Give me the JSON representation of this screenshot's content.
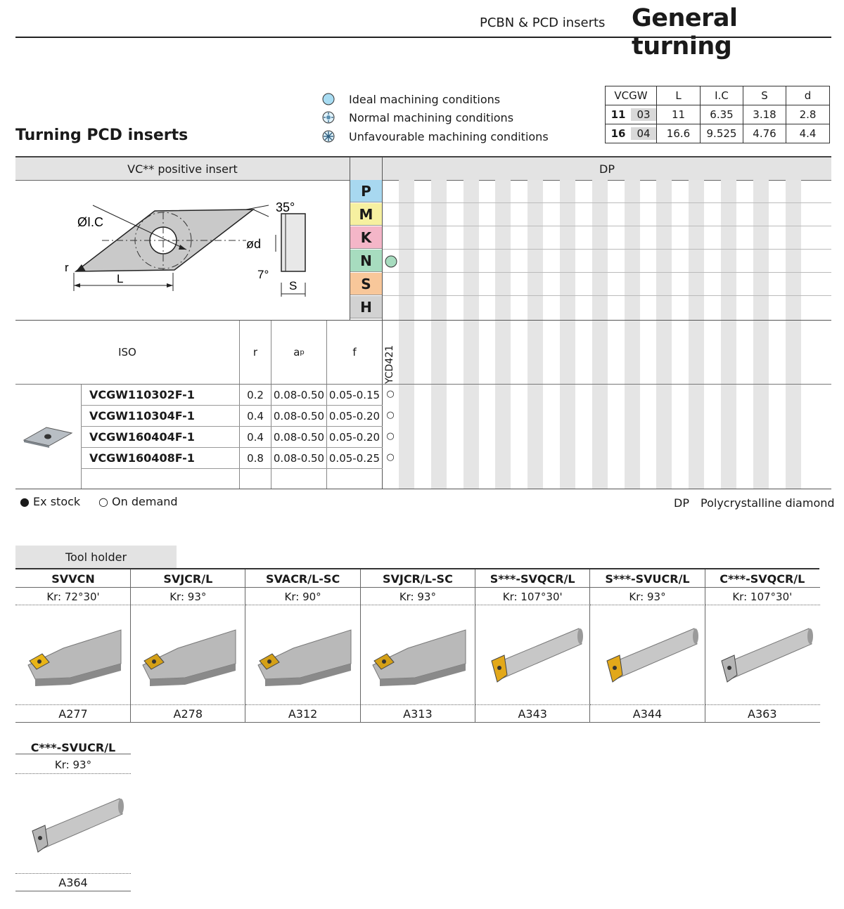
{
  "header": {
    "subtitle": "PCBN & PCD inserts",
    "title": "General turning"
  },
  "section_title": "Turning PCD inserts",
  "legend": [
    {
      "icon": "ideal-conditions-icon",
      "label": "Ideal machining conditions"
    },
    {
      "icon": "normal-conditions-icon",
      "label": "Normal machining conditions"
    },
    {
      "icon": "unfavourable-conditions-icon",
      "label": "Unfavourable machining conditions"
    }
  ],
  "dims": {
    "headers": [
      "VCGW",
      "L",
      "I.C",
      "S",
      "d"
    ],
    "rows": [
      {
        "size": "11",
        "code": "03",
        "L": "11",
        "IC": "6.35",
        "S": "3.18",
        "d": "2.8"
      },
      {
        "size": "16",
        "code": "04",
        "L": "16.6",
        "IC": "9.525",
        "S": "4.76",
        "d": "4.4"
      }
    ]
  },
  "insert_header": "VC** positive insert",
  "grade_group": "DP",
  "drawing": {
    "ic": "ØI.C",
    "angle": "35°",
    "d": "ød",
    "clearance": "7°",
    "r": "r",
    "L": "L",
    "S": "S"
  },
  "materials": [
    {
      "letter": "P",
      "color": "#a8d8f0"
    },
    {
      "letter": "M",
      "color": "#f6f0a0"
    },
    {
      "letter": "K",
      "color": "#f4b6c8"
    },
    {
      "letter": "N",
      "color": "#a7dcbf"
    },
    {
      "letter": "S",
      "color": "#f8c79a"
    },
    {
      "letter": "H",
      "color": "#d2d2d2"
    }
  ],
  "n_mark": "ideal",
  "cols": {
    "iso": "ISO",
    "r": "r",
    "ap": "a",
    "ap_sub": "p",
    "f": "f",
    "grade": "YCD421"
  },
  "rows": [
    {
      "code": "VCGW110302F-1",
      "r": "0.2",
      "ap": "0.08-0.50",
      "f": "0.05-0.15",
      "stock": "○"
    },
    {
      "code": "VCGW110304F-1",
      "r": "0.4",
      "ap": "0.08-0.50",
      "f": "0.05-0.20",
      "stock": "○"
    },
    {
      "code": "VCGW160404F-1",
      "r": "0.4",
      "ap": "0.08-0.50",
      "f": "0.05-0.20",
      "stock": "○"
    },
    {
      "code": "VCGW160408F-1",
      "r": "0.8",
      "ap": "0.08-0.50",
      "f": "0.05-0.25",
      "stock": "○"
    }
  ],
  "footer": {
    "ex_stock": "● Ex stock",
    "on_demand": "○ On demand",
    "dp_abbr": "DP",
    "dp_full": "Polycrystalline diamond"
  },
  "tool_holder": {
    "tab": "Tool holder",
    "items": [
      {
        "name": "SVVCN",
        "kr": "Kr: 72°30'",
        "page": "A277"
      },
      {
        "name": "SVJCR/L",
        "kr": "Kr: 93°",
        "page": "A278"
      },
      {
        "name": "SVACR/L-SC",
        "kr": "Kr: 90°",
        "page": "A312"
      },
      {
        "name": "SVJCR/L-SC",
        "kr": "Kr: 93°",
        "page": "A313"
      },
      {
        "name": "S***-SVQCR/L",
        "kr": "Kr: 107°30'",
        "page": "A343"
      },
      {
        "name": "S***-SVUCR/L",
        "kr": "Kr: 93°",
        "page": "A344"
      },
      {
        "name": "C***-SVQCR/L",
        "kr": "Kr: 107°30'",
        "page": "A363"
      },
      {
        "name": "C***-SVUCR/L",
        "kr": "Kr: 93°",
        "page": "A364"
      }
    ]
  }
}
